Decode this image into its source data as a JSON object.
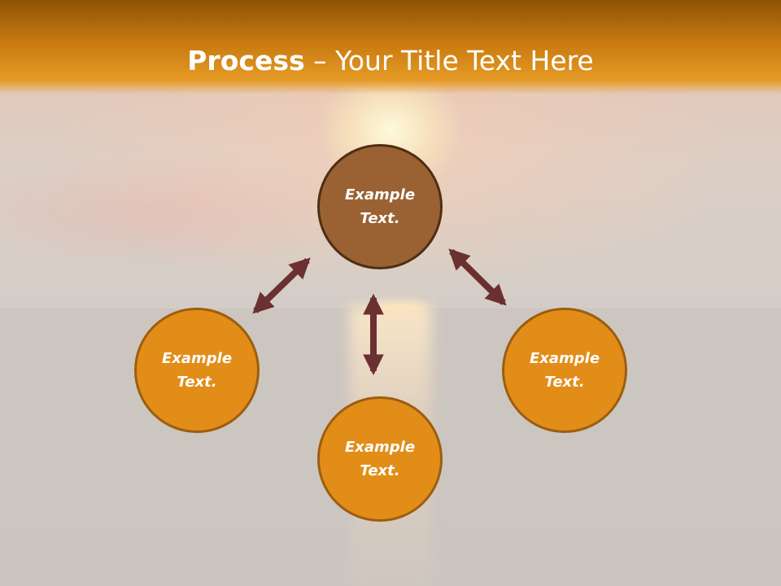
{
  "title": {
    "bold": "Process",
    "separator": " – ",
    "rest": "Your Title Text Here"
  },
  "nodes": {
    "top": {
      "line1": "Example",
      "line2": "Text."
    },
    "left": {
      "line1": "Example",
      "line2": "Text."
    },
    "right": {
      "line1": "Example",
      "line2": "Text."
    },
    "bottom": {
      "line1": "Example",
      "line2": "Text."
    }
  },
  "colors": {
    "header": "#c87a0f",
    "center_node": "#9a6232",
    "outer_node": "#e28d18",
    "arrow": "#6b3030"
  }
}
